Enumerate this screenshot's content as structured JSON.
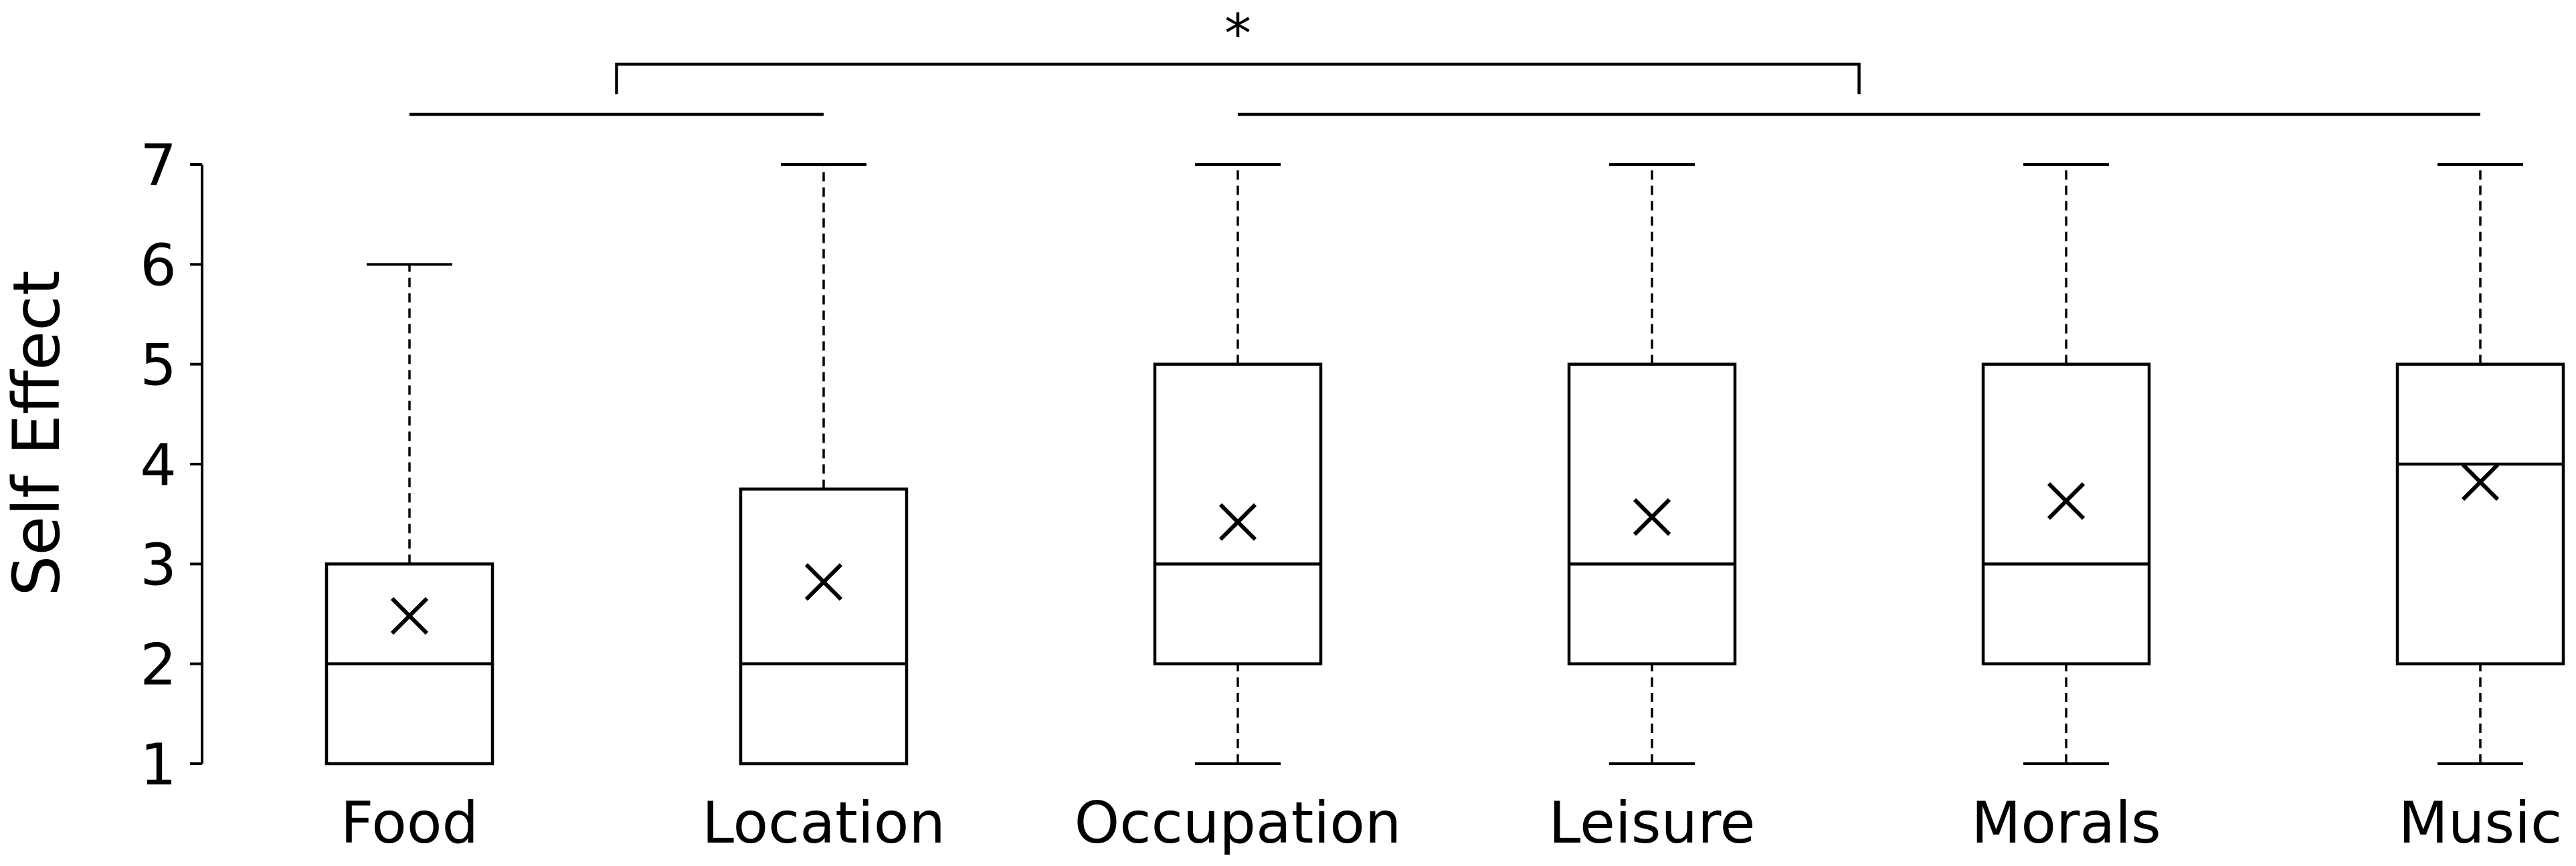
{
  "chart_data": {
    "type": "box",
    "title": "",
    "xlabel": "",
    "ylabel": "Self Effect",
    "ylim": [
      1,
      7
    ],
    "yticks": [
      1,
      2,
      3,
      4,
      5,
      6,
      7
    ],
    "grid": false,
    "categories": [
      "Food",
      "Location",
      "Occupation",
      "Leisure",
      "Morals",
      "Music"
    ],
    "boxes": [
      {
        "category": "Food",
        "min": 1,
        "q1": 1,
        "median": 2,
        "q3": 3,
        "max": 6,
        "mean": 2.48
      },
      {
        "category": "Location",
        "min": 1,
        "q1": 1,
        "median": 2,
        "q3": 3.75,
        "max": 7,
        "mean": 2.82
      },
      {
        "category": "Occupation",
        "min": 1,
        "q1": 2,
        "median": 3,
        "q3": 5,
        "max": 7,
        "mean": 3.42
      },
      {
        "category": "Leisure",
        "min": 1,
        "q1": 2,
        "median": 3,
        "q3": 5,
        "max": 7,
        "mean": 3.47
      },
      {
        "category": "Morals",
        "min": 1,
        "q1": 2,
        "median": 3,
        "q3": 5,
        "max": 7,
        "mean": 3.63
      },
      {
        "category": "Music",
        "min": 1,
        "q1": 2,
        "median": 4,
        "q3": 5,
        "max": 7,
        "mean": 3.82
      }
    ],
    "significance": [
      {
        "label": "*",
        "group_a": [
          "Food",
          "Location"
        ],
        "group_b": [
          "Occupation",
          "Leisure",
          "Morals",
          "Music"
        ]
      }
    ]
  }
}
